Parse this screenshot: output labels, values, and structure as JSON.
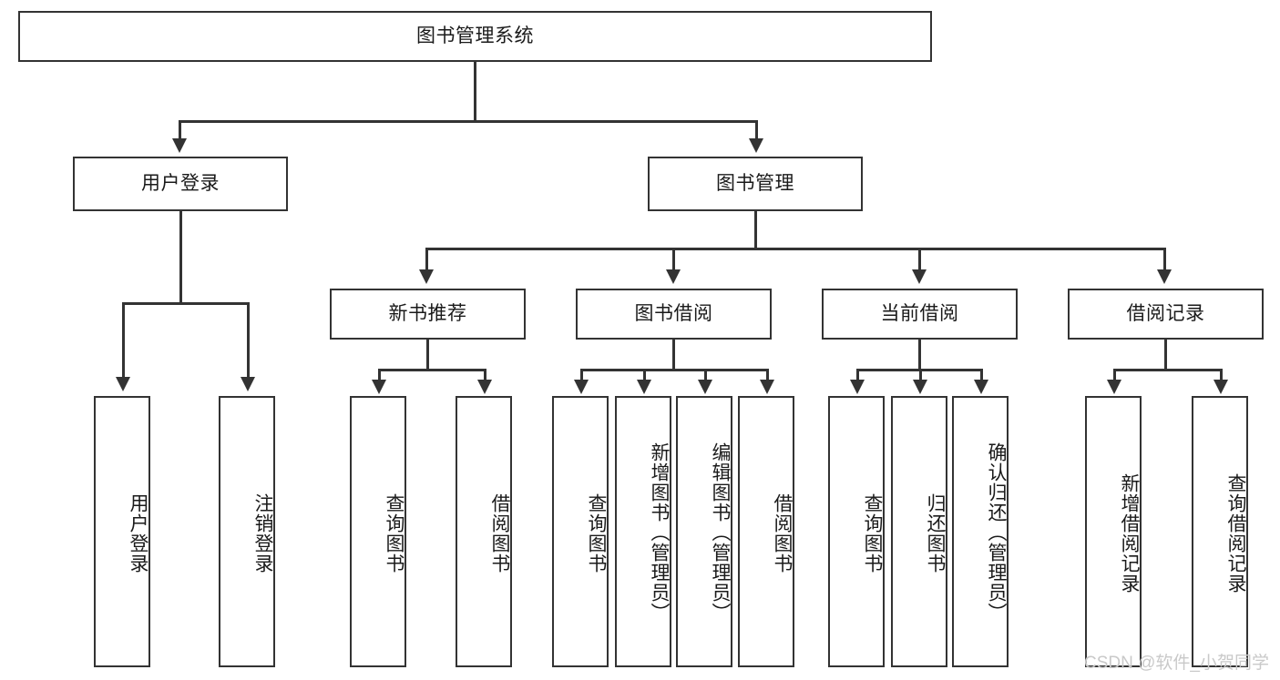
{
  "diagram": {
    "title": "图书管理系统",
    "type": "hierarchy-tree",
    "root": {
      "label": "图书管理系统"
    },
    "level2": [
      {
        "label": "用户登录"
      },
      {
        "label": "图书管理"
      }
    ],
    "level3": [
      {
        "label": "新书推荐"
      },
      {
        "label": "图书借阅"
      },
      {
        "label": "当前借阅"
      },
      {
        "label": "借阅记录"
      }
    ],
    "leaves": {
      "user_login": [
        {
          "label": "用户登录"
        },
        {
          "label": "注销登录"
        }
      ],
      "new_book_recommend": [
        {
          "label": "查询图书"
        },
        {
          "label": "借阅图书"
        }
      ],
      "book_borrow": [
        {
          "label": "查询图书"
        },
        {
          "label": "新增图书（管理员）"
        },
        {
          "label": "编辑图书（管理员）"
        },
        {
          "label": "借阅图书"
        }
      ],
      "current_borrow": [
        {
          "label": "查询图书"
        },
        {
          "label": "归还图书"
        },
        {
          "label": "确认归还（管理员）"
        }
      ],
      "borrow_record": [
        {
          "label": "新增借阅记录"
        },
        {
          "label": "查询借阅记录"
        }
      ]
    }
  },
  "watermark": {
    "text": "CSDN @软件_小贺同学"
  },
  "colors": {
    "stroke": "#333333",
    "fill": "#ffffff",
    "text": "#1a1a1a",
    "watermark": "#c9c9c9"
  }
}
